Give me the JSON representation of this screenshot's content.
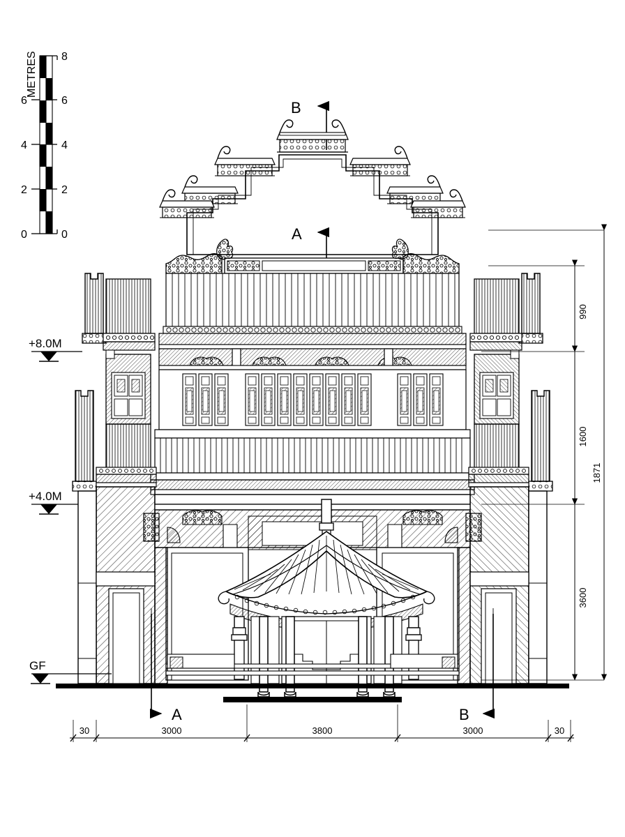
{
  "drawing": {
    "type": "architectural-elevation",
    "subject": "Traditional Chinese temple / ancestral hall front elevation",
    "background_color": "#ffffff",
    "line_color": "#000000"
  },
  "scale_bar": {
    "title": "METRES",
    "unit": "m",
    "min": 0,
    "max": 8,
    "tick_labels_left": [
      "0",
      "2",
      "4",
      "6",
      ""
    ],
    "tick_labels_right": [
      "0",
      "2",
      "4",
      "6",
      "8"
    ],
    "ticks": [
      0,
      2,
      4,
      6,
      8
    ],
    "segment_step": 1,
    "columns": 2,
    "fill_color": "#000000"
  },
  "levels": [
    {
      "label": "+8.0M",
      "marker": "level-triangle"
    },
    {
      "label": "+4.0M",
      "marker": "level-triangle"
    },
    {
      "label": "GF",
      "marker": "level-triangle"
    }
  ],
  "section_markers": [
    {
      "label": "B",
      "position": "top",
      "direction": "left"
    },
    {
      "label": "A",
      "position": "upper",
      "direction": "left"
    },
    {
      "label": "A",
      "position": "bottom-left",
      "direction": "right"
    },
    {
      "label": "B",
      "position": "bottom-right",
      "direction": "left"
    }
  ],
  "vertical_dimensions": [
    {
      "label": "990",
      "segment": "roof-to-upper-eaves"
    },
    {
      "label": "1600",
      "segment": "upper-floor-height"
    },
    {
      "label": "1871",
      "segment": "overall-upper-stack"
    },
    {
      "label": "3600",
      "segment": "ground-floor-height"
    }
  ],
  "horizontal_dimensions": [
    {
      "label": "30"
    },
    {
      "label": "3000"
    },
    {
      "label": "3800"
    },
    {
      "label": "3000"
    },
    {
      "label": "30"
    }
  ],
  "elements": {
    "gable": "stepped-horsehead-gable",
    "gable_steps": 4,
    "roof": "barrel-tile-roof",
    "canopy": "curved-eave-porch-canopy",
    "upper_windows": "lattice-panel-windows",
    "columns": "round-timber-columns",
    "wings": "side-wing-towers"
  }
}
